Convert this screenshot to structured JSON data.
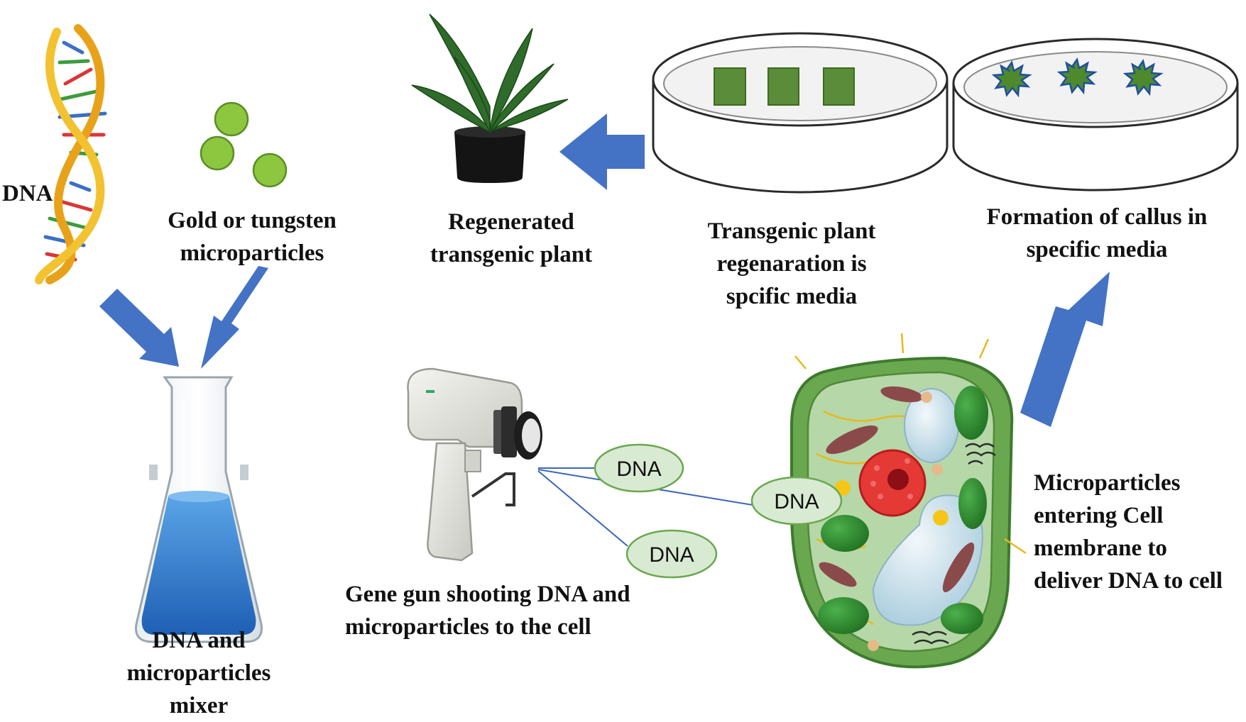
{
  "labels": {
    "dna": "DNA",
    "gold": [
      "Gold or tungsten",
      "microparticles"
    ],
    "mixer": [
      "DNA and",
      "microparticles",
      "mixer"
    ],
    "gun": [
      "Gene gun shooting DNA and",
      "microparticles to the cell"
    ],
    "cell": [
      "Microparticles",
      "entering Cell",
      "membrane to",
      "deliver DNA to cell"
    ],
    "callus": [
      "Formation of callus in",
      "specific media"
    ],
    "regen": [
      "Transgenic plant",
      "regenaration is",
      "spcific media"
    ],
    "plant": [
      "Regenerated",
      "transgenic plant"
    ]
  },
  "dna_bubbles": [
    "DNA",
    "DNA",
    "DNA"
  ],
  "colors": {
    "arrow": "#4472c4",
    "particle": "#8dc63f",
    "flask_liquid": "#3a86d4",
    "cell_wall": "#6aa84f",
    "cell_inside": "#b6d7a8",
    "bubble_fill": "#d9ead3",
    "bubble_stroke": "#6aa84f",
    "callus": "#5b8c3a",
    "nucleus": "#e53935"
  }
}
